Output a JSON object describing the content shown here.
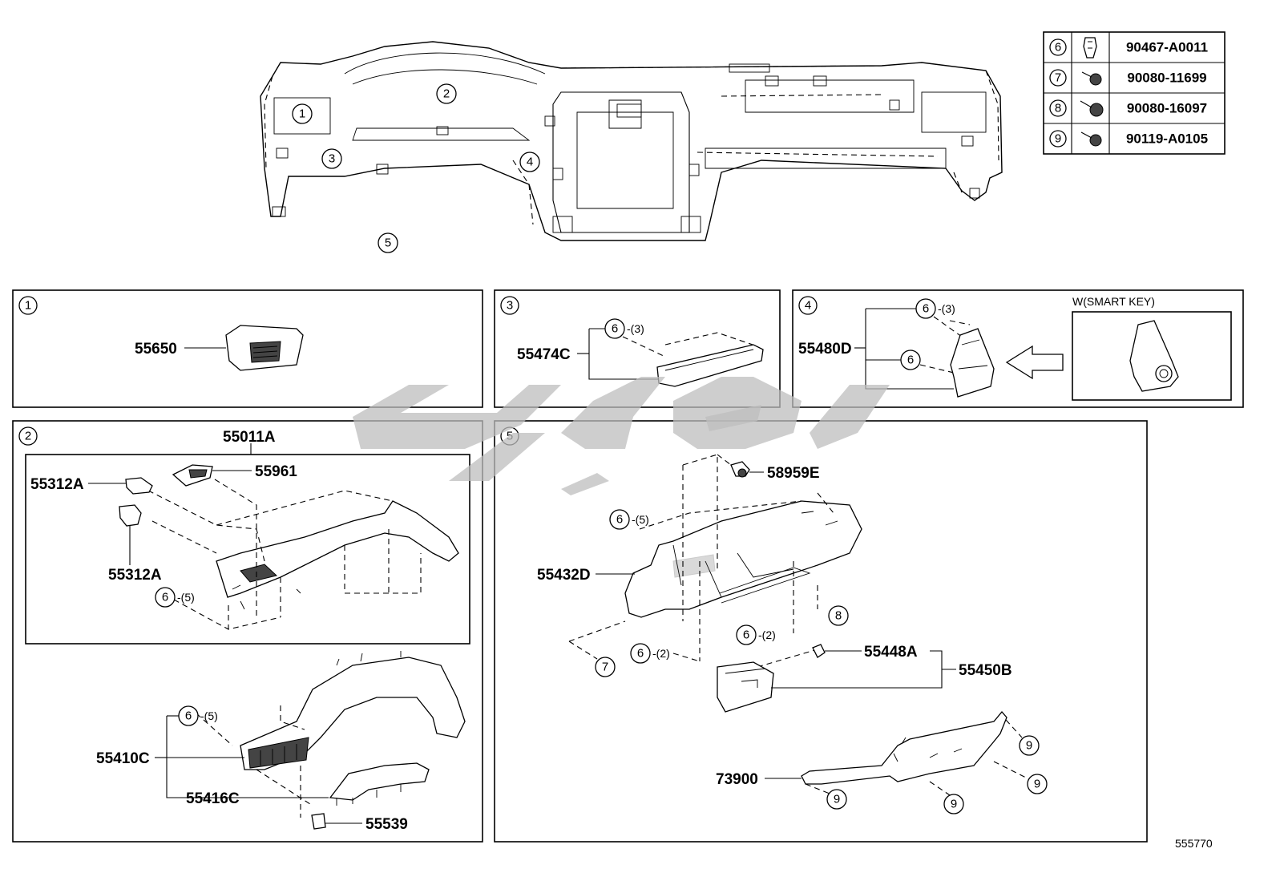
{
  "diagram_id": "555770",
  "fastener_table": [
    {
      "ref": "6",
      "part_no": "90467-A0011",
      "icon": "clip-icon"
    },
    {
      "ref": "7",
      "part_no": "90080-11699",
      "icon": "screw-icon"
    },
    {
      "ref": "8",
      "part_no": "90080-16097",
      "icon": "screw-icon"
    },
    {
      "ref": "9",
      "part_no": "90119-A0105",
      "icon": "bolt-icon"
    }
  ],
  "overview": {
    "callouts": [
      "1",
      "2",
      "3",
      "4",
      "5"
    ]
  },
  "panels": {
    "p1": {
      "ref": "1",
      "labels": {
        "part": "55650"
      }
    },
    "p3": {
      "ref": "3",
      "labels": {
        "part": "55474C",
        "clip_ref": "6",
        "clip_qty": "-(3)"
      }
    },
    "p4": {
      "ref": "4",
      "variant": "W(SMART KEY)",
      "labels": {
        "part": "55480D",
        "clip_ref_a": "6",
        "clip_qty_a": "-(3)",
        "clip_ref_b": "6"
      }
    },
    "p2": {
      "ref": "2",
      "labels": {
        "assembly": "55011A",
        "top_a": "55312A",
        "top_b": "55961",
        "side": "55312A",
        "clip_ref_1": "6",
        "clip_qty_1": "-(5)",
        "cluster": "55410C",
        "cluster_cover": "55416C",
        "cluster_clip": "55539",
        "clip_ref_2": "6",
        "clip_qty_2": "-(5)"
      }
    },
    "p5": {
      "ref": "5",
      "labels": {
        "screw": "58959E",
        "lower": "55432D",
        "clip_ref_1": "6",
        "clip_qty_1": "-(5)",
        "ref_8": "8",
        "clip_ref_2": "6",
        "clip_qty_2": "-(2)",
        "ref_7": "7",
        "clip_ref_3": "6",
        "clip_qty_3": "-(2)",
        "stop": "55448A",
        "box": "55450B",
        "brace": "73900",
        "ref_9a": "9",
        "ref_9b": "9",
        "ref_9c": "9",
        "ref_9d": "9"
      }
    }
  }
}
